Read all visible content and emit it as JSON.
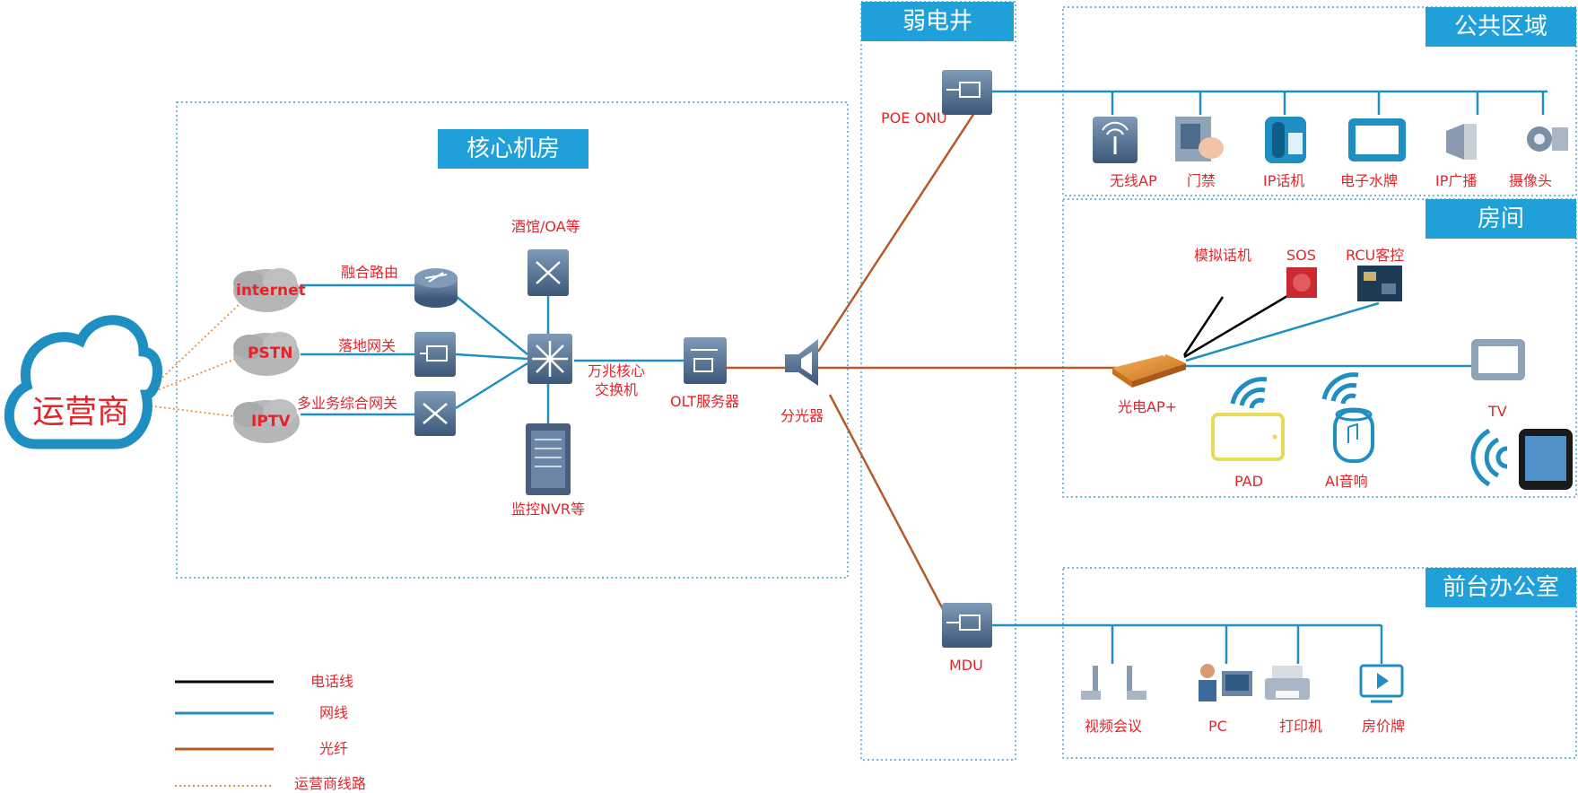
{
  "colors": {
    "phone_line": "#000000",
    "network_line": "#1e8fc0",
    "fiber_line": "#b85a28",
    "carrier_line": "#e8913a",
    "header_bg": "#1fa0d8",
    "label_red": "#e0262b"
  },
  "zones": {
    "core_room": "核心机房",
    "weak_well": "弱电井",
    "public_area": "公共区域",
    "room": "房间",
    "front_office": "前台办公室"
  },
  "operator": "运营商",
  "clouds": {
    "internet": "internet",
    "pstn": "PSTN",
    "iptv": "IPTV"
  },
  "core_devices": {
    "router": "融合路由",
    "gateway": "落地网关",
    "multi_gateway": "多业务综合网关",
    "hotel_oa": "酒馆/OA等",
    "core_switch_line1": "万兆核心",
    "core_switch_line2": "交换机",
    "nvr": "监控NVR等",
    "olt": "OLT服务器"
  },
  "splitter": "分光器",
  "poe_onu": "POE ONU",
  "mdu": "MDU",
  "public_devices": [
    "无线AP",
    "门禁",
    "IP话机",
    "电子水牌",
    "IP广播",
    "摄像头"
  ],
  "room_devices": {
    "analog_phone": "模拟话机",
    "sos": "SOS",
    "rcu": "RCU客控",
    "ap_plus": "光电AP+",
    "tv": "TV",
    "pad": "PAD",
    "ai_speaker": "AI音响"
  },
  "office_devices": [
    "视频会议",
    "PC",
    "打印机",
    "房价牌"
  ],
  "legend": {
    "phone": "电话线",
    "network": "网线",
    "fiber": "光纤",
    "carrier": "运营商线路"
  }
}
